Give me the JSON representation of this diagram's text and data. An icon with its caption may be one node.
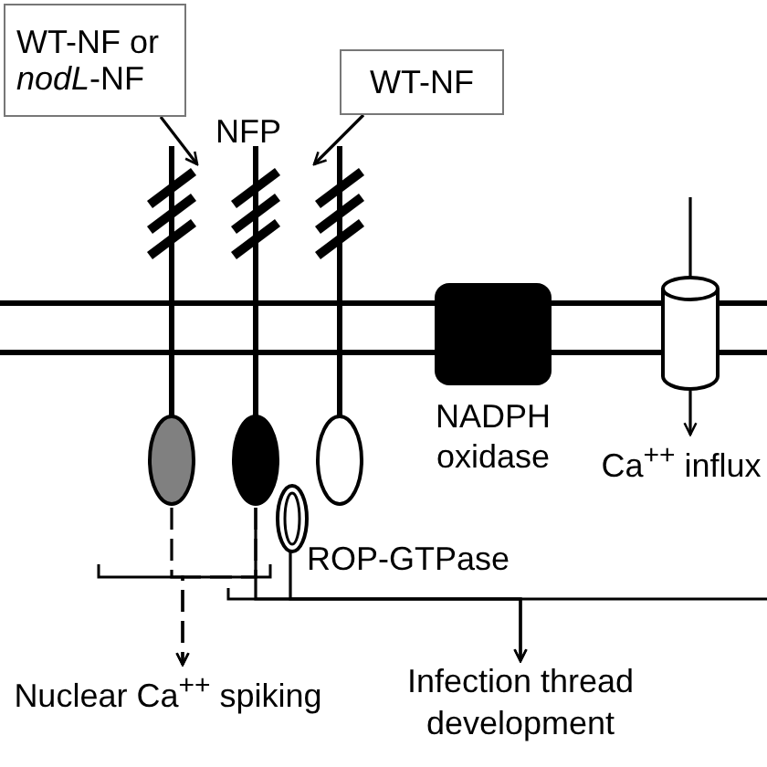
{
  "diagram": {
    "nodes": [
      {
        "text": [
          "WT-NF or *nodL*-NF"
        ]
      },
      {
        "text": [
          "WT-NF"
        ]
      },
      {
        "text": [],
        "shape": "ellipse"
      },
      {
        "text": [],
        "shape": "ellipse"
      },
      {
        "text": [],
        "shape": "ellipse"
      },
      {
        "text": [
          "ROP-GTPase"
        ]
      },
      {
        "text": [
          "NADPH oxidase"
        ]
      },
      {
        "text": [],
        "shape": "cylinder"
      },
      {
        "text": [
          "Ca$^{++}$ influx"
        ]
      },
      {
        "text": [
          "Nuclear Ca$^{++}$ spiking"
        ]
      },
      {
        "text": [
          "Infection thread development"
        ]
      }
    ],
    "edges": [
      {
        "from": 0,
        "to": 2,
        "arrow": "to"
      },
      {
        "from": 1,
        "to": 4,
        "arrow": "to"
      },
      {
        "from": null,
        "to": 7,
        "arrow": "none"
      },
      {
        "from": 7,
        "to": 8,
        "arrow": "to"
      },
      {
        "from": 2,
        "to": 9,
        "arrow": "to",
        "style": "dashed"
      },
      {
        "from": 3,
        "to": 9,
        "arrow": "to",
        "style": "dashed"
      },
      {
        "from": 3,
        "to": 10,
        "arrow": "to"
      },
      {
        "from": 5,
        "to": 10,
        "arrow": "to"
      }
    ],
    "labels": [
      "NFP"
    ]
  }
}
